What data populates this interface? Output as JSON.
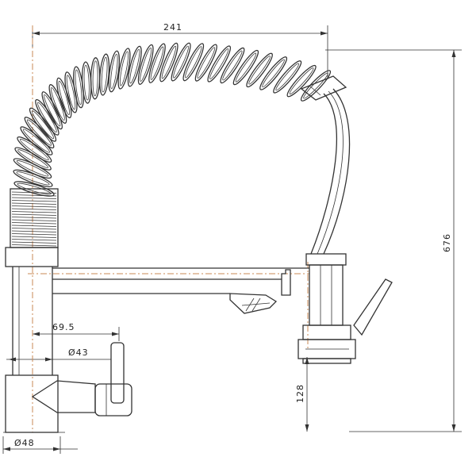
{
  "dimensions": {
    "width_top": "241",
    "height_total": "676",
    "spout_height": "128",
    "offset_handle": "69.5",
    "diameter_handle": "Ø43",
    "diameter_base": "Ø48"
  },
  "colors": {
    "line": "#333333",
    "centerline": "#c98a55",
    "background": "#ffffff"
  }
}
